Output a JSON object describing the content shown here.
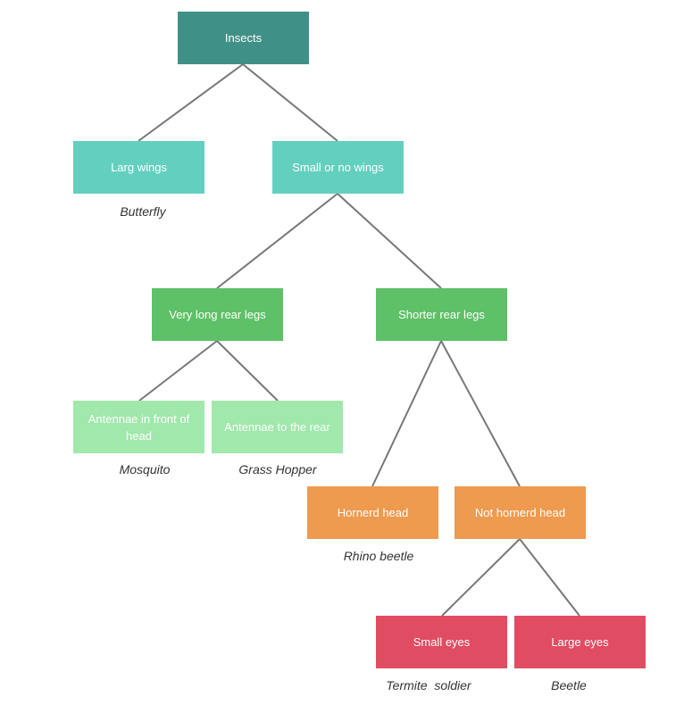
{
  "colors": {
    "root": "#3f9187",
    "level1": "#63d0bf",
    "level2": "#5ec067",
    "level3": "#a0e8ab",
    "level4": "#ee9a4f",
    "level5": "#e04c61",
    "connector": "#777777"
  },
  "nodes": {
    "insects": "Insects",
    "large_wings": "Larg wings",
    "small_wings": "Small or no wings",
    "long_rear_legs": "Very long rear legs",
    "shorter_rear_legs": "Shorter rear legs",
    "antennae_front": "Antennae in front of head",
    "antennae_rear": "Antennae to the rear",
    "horned_head": "Hornerd head",
    "not_horned_head": "Not hornerd head",
    "small_eyes": "Small eyes",
    "large_eyes": "Large eyes"
  },
  "results": {
    "butterfly": "Butterfly",
    "mosquito": "Mosquito",
    "grass_hopper": "Grass Hopper",
    "rhino_beetle": "Rhino beetle",
    "termite_soldier": "Termite  soldier",
    "beetle": "Beetle"
  }
}
